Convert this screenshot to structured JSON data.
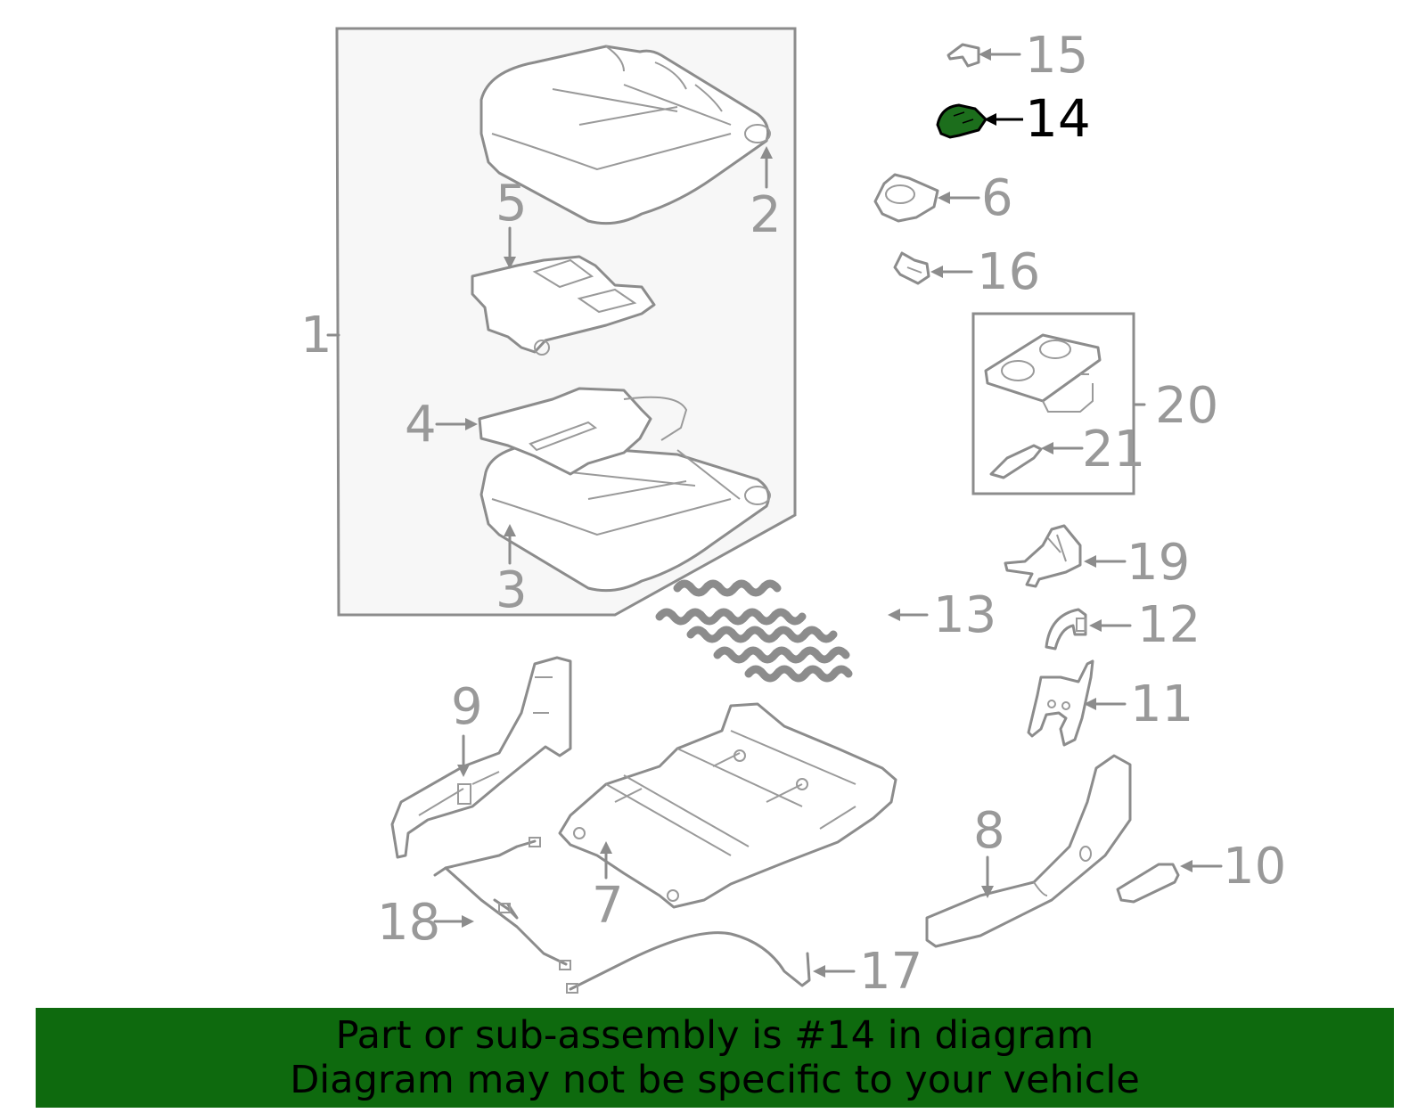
{
  "callouts": [
    "1",
    "2",
    "3",
    "4",
    "5",
    "6",
    "7",
    "8",
    "9",
    "10",
    "11",
    "12",
    "13",
    "14",
    "15",
    "16",
    "17",
    "18",
    "19",
    "20",
    "21"
  ],
  "highlighted_part": "14",
  "colors": {
    "banner": "#0e6a0e",
    "highlight": "#1c6e1c",
    "line": "#8c8c8c",
    "label": "#999999"
  },
  "banner": {
    "line1": "Part or sub-assembly is #14 in diagram",
    "line2": "Diagram may not be specific to your vehicle"
  }
}
